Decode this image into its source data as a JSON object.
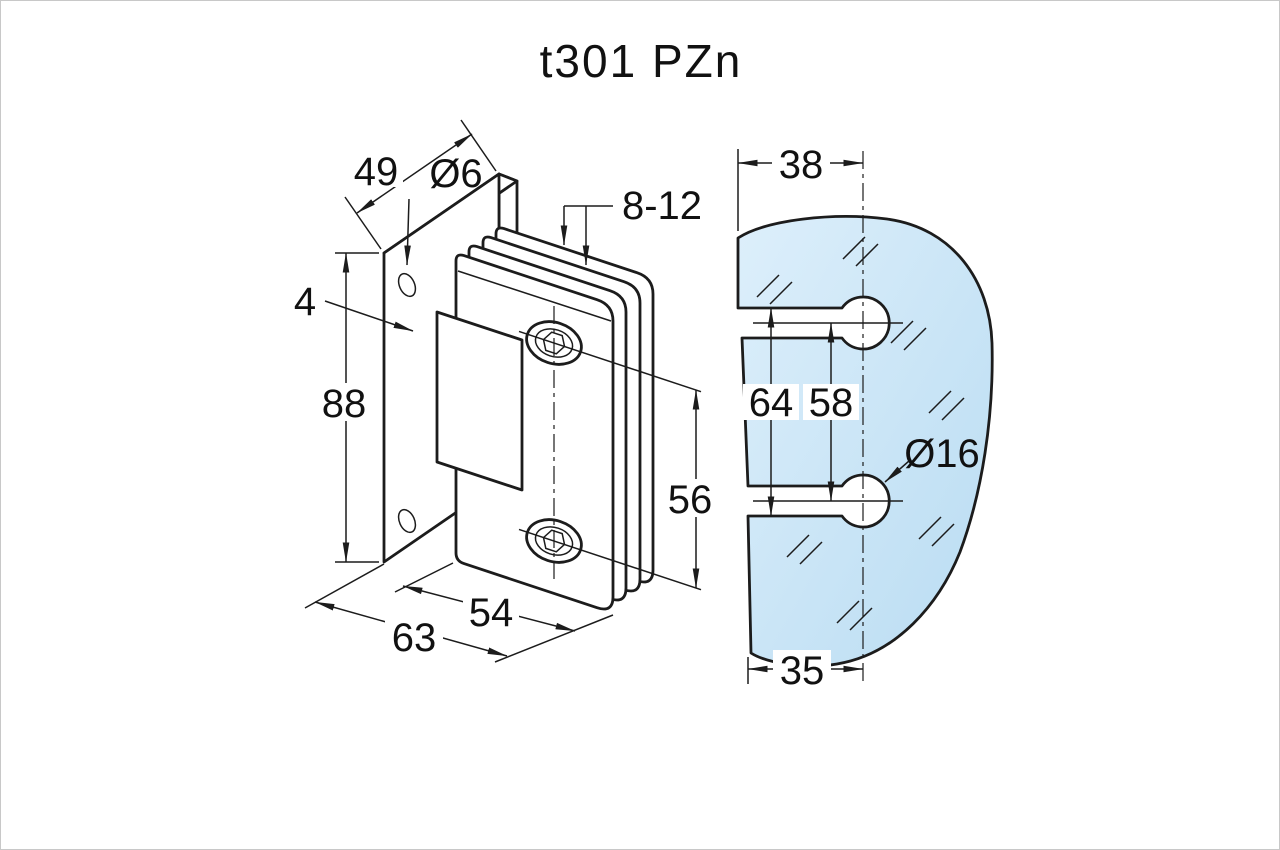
{
  "title": "t301 PZn",
  "left_view": {
    "dim_plate_width": "49",
    "dim_hole_dia": "Ø6",
    "dim_plate_thickness": "4",
    "dim_plate_height": "88",
    "dim_depth": "63",
    "dim_body_width": "54",
    "dim_hole_spacing": "56",
    "dim_glass_thickness": "8-12"
  },
  "right_view": {
    "dim_top_width": "38",
    "dim_cutout_span": "64",
    "dim_hole_centers": "58",
    "dim_hole_dia": "Ø16",
    "dim_bottom_width": "35"
  },
  "colors": {
    "line": "#1c1c1c",
    "glass_fill": "#cbe5f6",
    "background": "#ffffff"
  }
}
